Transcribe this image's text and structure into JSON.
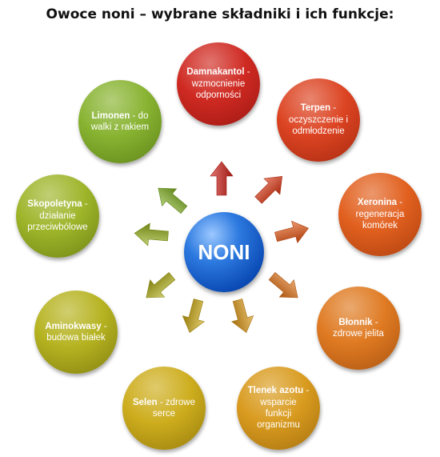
{
  "title": "Owoce noni – wybrane składniki i ich funkcje:",
  "center": {
    "label": "NONI",
    "color": "#1459c7"
  },
  "nodes": [
    {
      "id": "damnakantol",
      "name": "Damnakantol",
      "desc": "wzmocnienie odporności",
      "color": "#cf2a22",
      "dark": "#9d1712"
    },
    {
      "id": "terpen",
      "name": "Terpen",
      "desc": "oczyszczenie i odmłodzenie",
      "color": "#dc4422",
      "dark": "#a82a10"
    },
    {
      "id": "xeronina",
      "name": "Xeronina",
      "desc": "regeneracja komórek",
      "color": "#e1601f",
      "dark": "#ad3f0e"
    },
    {
      "id": "blonnik",
      "name": "Błonnik",
      "desc": "zdrowe jelita",
      "color": "#df7a22",
      "dark": "#ab5511"
    },
    {
      "id": "tlenek-azotu",
      "name": "Tlenek azotu",
      "desc": "wsparcie funkcji organizmu",
      "color": "#d99b1f",
      "dark": "#a5700e"
    },
    {
      "id": "selen",
      "name": "Selen",
      "desc": "zdrowe serce",
      "color": "#cdad1d",
      "dark": "#977c0d"
    },
    {
      "id": "aminokwasy",
      "name": "Aminokwasy",
      "desc": "budowa białek",
      "color": "#b6b321",
      "dark": "#82800f"
    },
    {
      "id": "skopoletyna",
      "name": "Skopoletyna",
      "desc": "działanie przeciwbólowe",
      "color": "#9eb52a",
      "dark": "#6f8414"
    },
    {
      "id": "limonen",
      "name": "Limonen",
      "desc": "do walki z rakiem",
      "color": "#88b331",
      "dark": "#5e8418"
    }
  ]
}
